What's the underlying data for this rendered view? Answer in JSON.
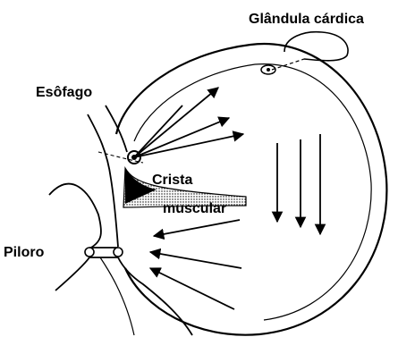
{
  "labels": {
    "glandula": "Glândula cárdica",
    "esofago": "Esôfago",
    "crista": "Crista",
    "muscular": "muscular",
    "piloro": "Piloro"
  },
  "colors": {
    "ink": "#000000",
    "background": "#ffffff"
  }
}
